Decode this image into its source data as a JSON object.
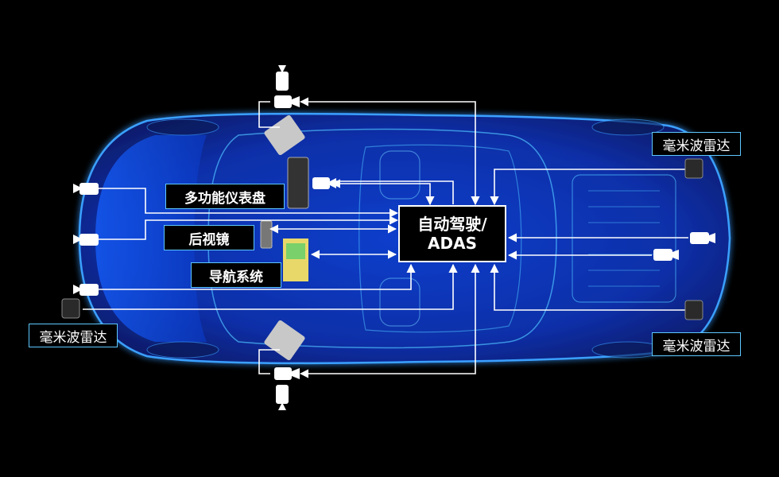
{
  "center": {
    "line1": "自动驾驶/",
    "line2": "ADAS"
  },
  "components": {
    "cluster": "多功能仪表盘",
    "mirror": "后视镜",
    "navigation": "导航系统"
  },
  "radar_label": "毫米波雷达",
  "colors": {
    "arrow": "#ffffff",
    "box_border": "#5ec8ff",
    "car_glow": "#1a6bff",
    "background": "#000000"
  },
  "icons": [
    "camera-icon",
    "radar-sensor-icon",
    "display-screen-icon"
  ]
}
